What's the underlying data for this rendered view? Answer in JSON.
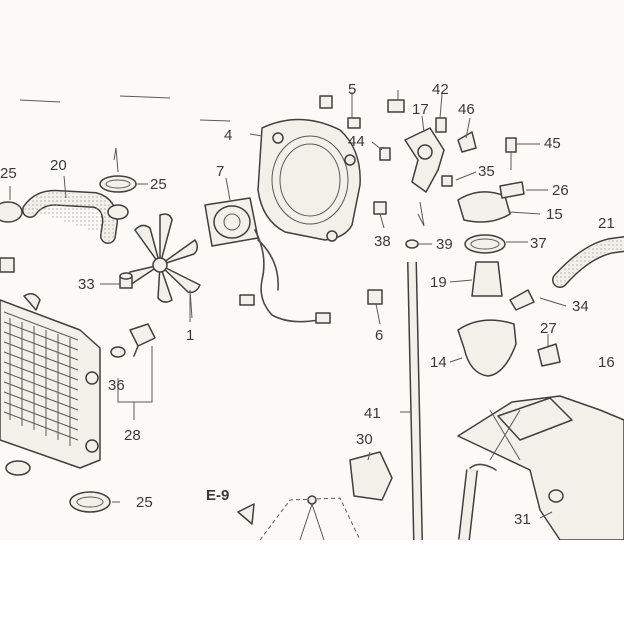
{
  "diagram": {
    "callouts": [
      {
        "id": "c4",
        "text": "4"
      },
      {
        "id": "c5",
        "text": "5"
      },
      {
        "id": "c42",
        "text": "42"
      },
      {
        "id": "c17",
        "text": "17"
      },
      {
        "id": "c46",
        "text": "46"
      },
      {
        "id": "c44",
        "text": "44"
      },
      {
        "id": "c45",
        "text": "45"
      },
      {
        "id": "c25a",
        "text": "25"
      },
      {
        "id": "c20",
        "text": "20"
      },
      {
        "id": "c25b",
        "text": "25"
      },
      {
        "id": "c7",
        "text": "7"
      },
      {
        "id": "c35",
        "text": "35"
      },
      {
        "id": "c26",
        "text": "26"
      },
      {
        "id": "c15",
        "text": "15"
      },
      {
        "id": "c21",
        "text": "21"
      },
      {
        "id": "c38",
        "text": "38"
      },
      {
        "id": "c39",
        "text": "39"
      },
      {
        "id": "c37",
        "text": "37"
      },
      {
        "id": "c19",
        "text": "19"
      },
      {
        "id": "c33",
        "text": "33"
      },
      {
        "id": "c34",
        "text": "34"
      },
      {
        "id": "c1",
        "text": "1"
      },
      {
        "id": "c6",
        "text": "6"
      },
      {
        "id": "c27",
        "text": "27"
      },
      {
        "id": "c14",
        "text": "14"
      },
      {
        "id": "c16",
        "text": "16"
      },
      {
        "id": "c36",
        "text": "36"
      },
      {
        "id": "c28",
        "text": "28"
      },
      {
        "id": "c41",
        "text": "41"
      },
      {
        "id": "c30",
        "text": "30"
      },
      {
        "id": "c25c",
        "text": "25"
      },
      {
        "id": "cE9",
        "text": "E-9"
      },
      {
        "id": "c31",
        "text": "31"
      }
    ]
  }
}
